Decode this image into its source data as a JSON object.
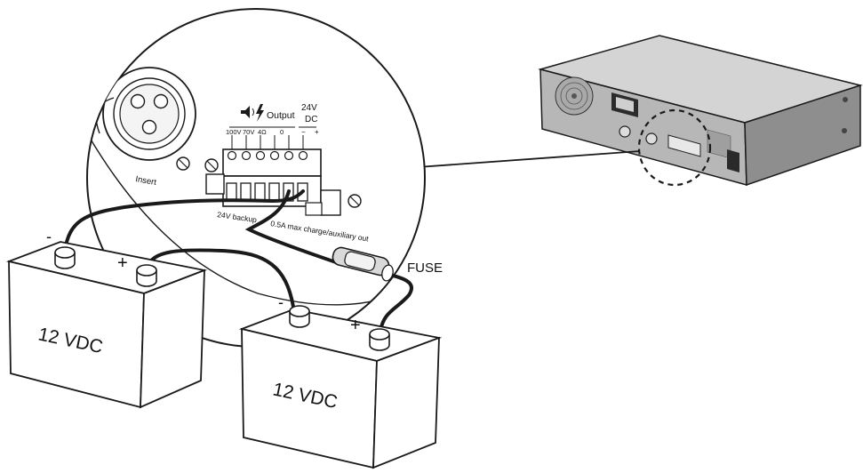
{
  "labels": {
    "output": "Output",
    "v24": "24V",
    "dc": "DC",
    "t100v": "100V",
    "t70v": "70V",
    "t4ohm": "4Ω",
    "t0": "0",
    "minus": "−",
    "plus": "+",
    "insert": "Insert",
    "backup": "24V backup",
    "charge": "0.5A max charge/auxiliary out",
    "fuse": "FUSE",
    "battery1": "12 VDC",
    "battery2": "12 VDC",
    "neg": "-",
    "pos": "+"
  },
  "colors": {
    "line": "#1a1a1a",
    "device_top": "#d4d4d4",
    "device_side": "#8e8e8e",
    "device_back": "#b7b7b7"
  }
}
